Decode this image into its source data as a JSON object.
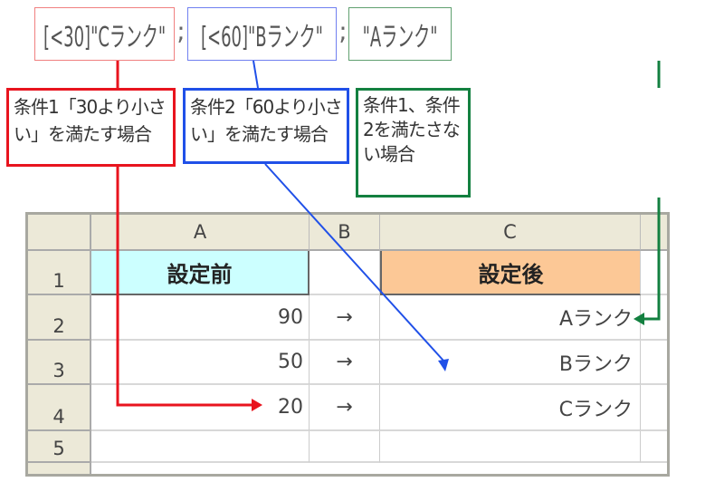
{
  "formats": [
    {
      "text": "[<30]\"Cランク\"",
      "color": "#f08080"
    },
    {
      "text": "[<60]\"Bランク\"",
      "color": "#7080f0"
    },
    {
      "text": "\"Aランク\"",
      "color": "#60a070"
    }
  ],
  "separator": ";",
  "labels": [
    {
      "text": "条件1「30より小さい」を満たす場合",
      "color": "#e8141e"
    },
    {
      "text": "条件2「60より小さい」を満たす場合",
      "color": "#2050e8"
    },
    {
      "text": "条件1、条件2を満たさない場合",
      "color": "#138040"
    }
  ],
  "sheet": {
    "columns": [
      "A",
      "B",
      "C"
    ],
    "rows": [
      "1",
      "2",
      "3",
      "4",
      "5"
    ],
    "header_before": "設定前",
    "header_after": "設定後",
    "values": [
      "90",
      "50",
      "20"
    ],
    "arrow": "→",
    "results": [
      "Aランク",
      "Bランク",
      "Cランク"
    ],
    "colors": {
      "before_bg": "#ccffff",
      "after_bg": "#fcc896"
    }
  }
}
